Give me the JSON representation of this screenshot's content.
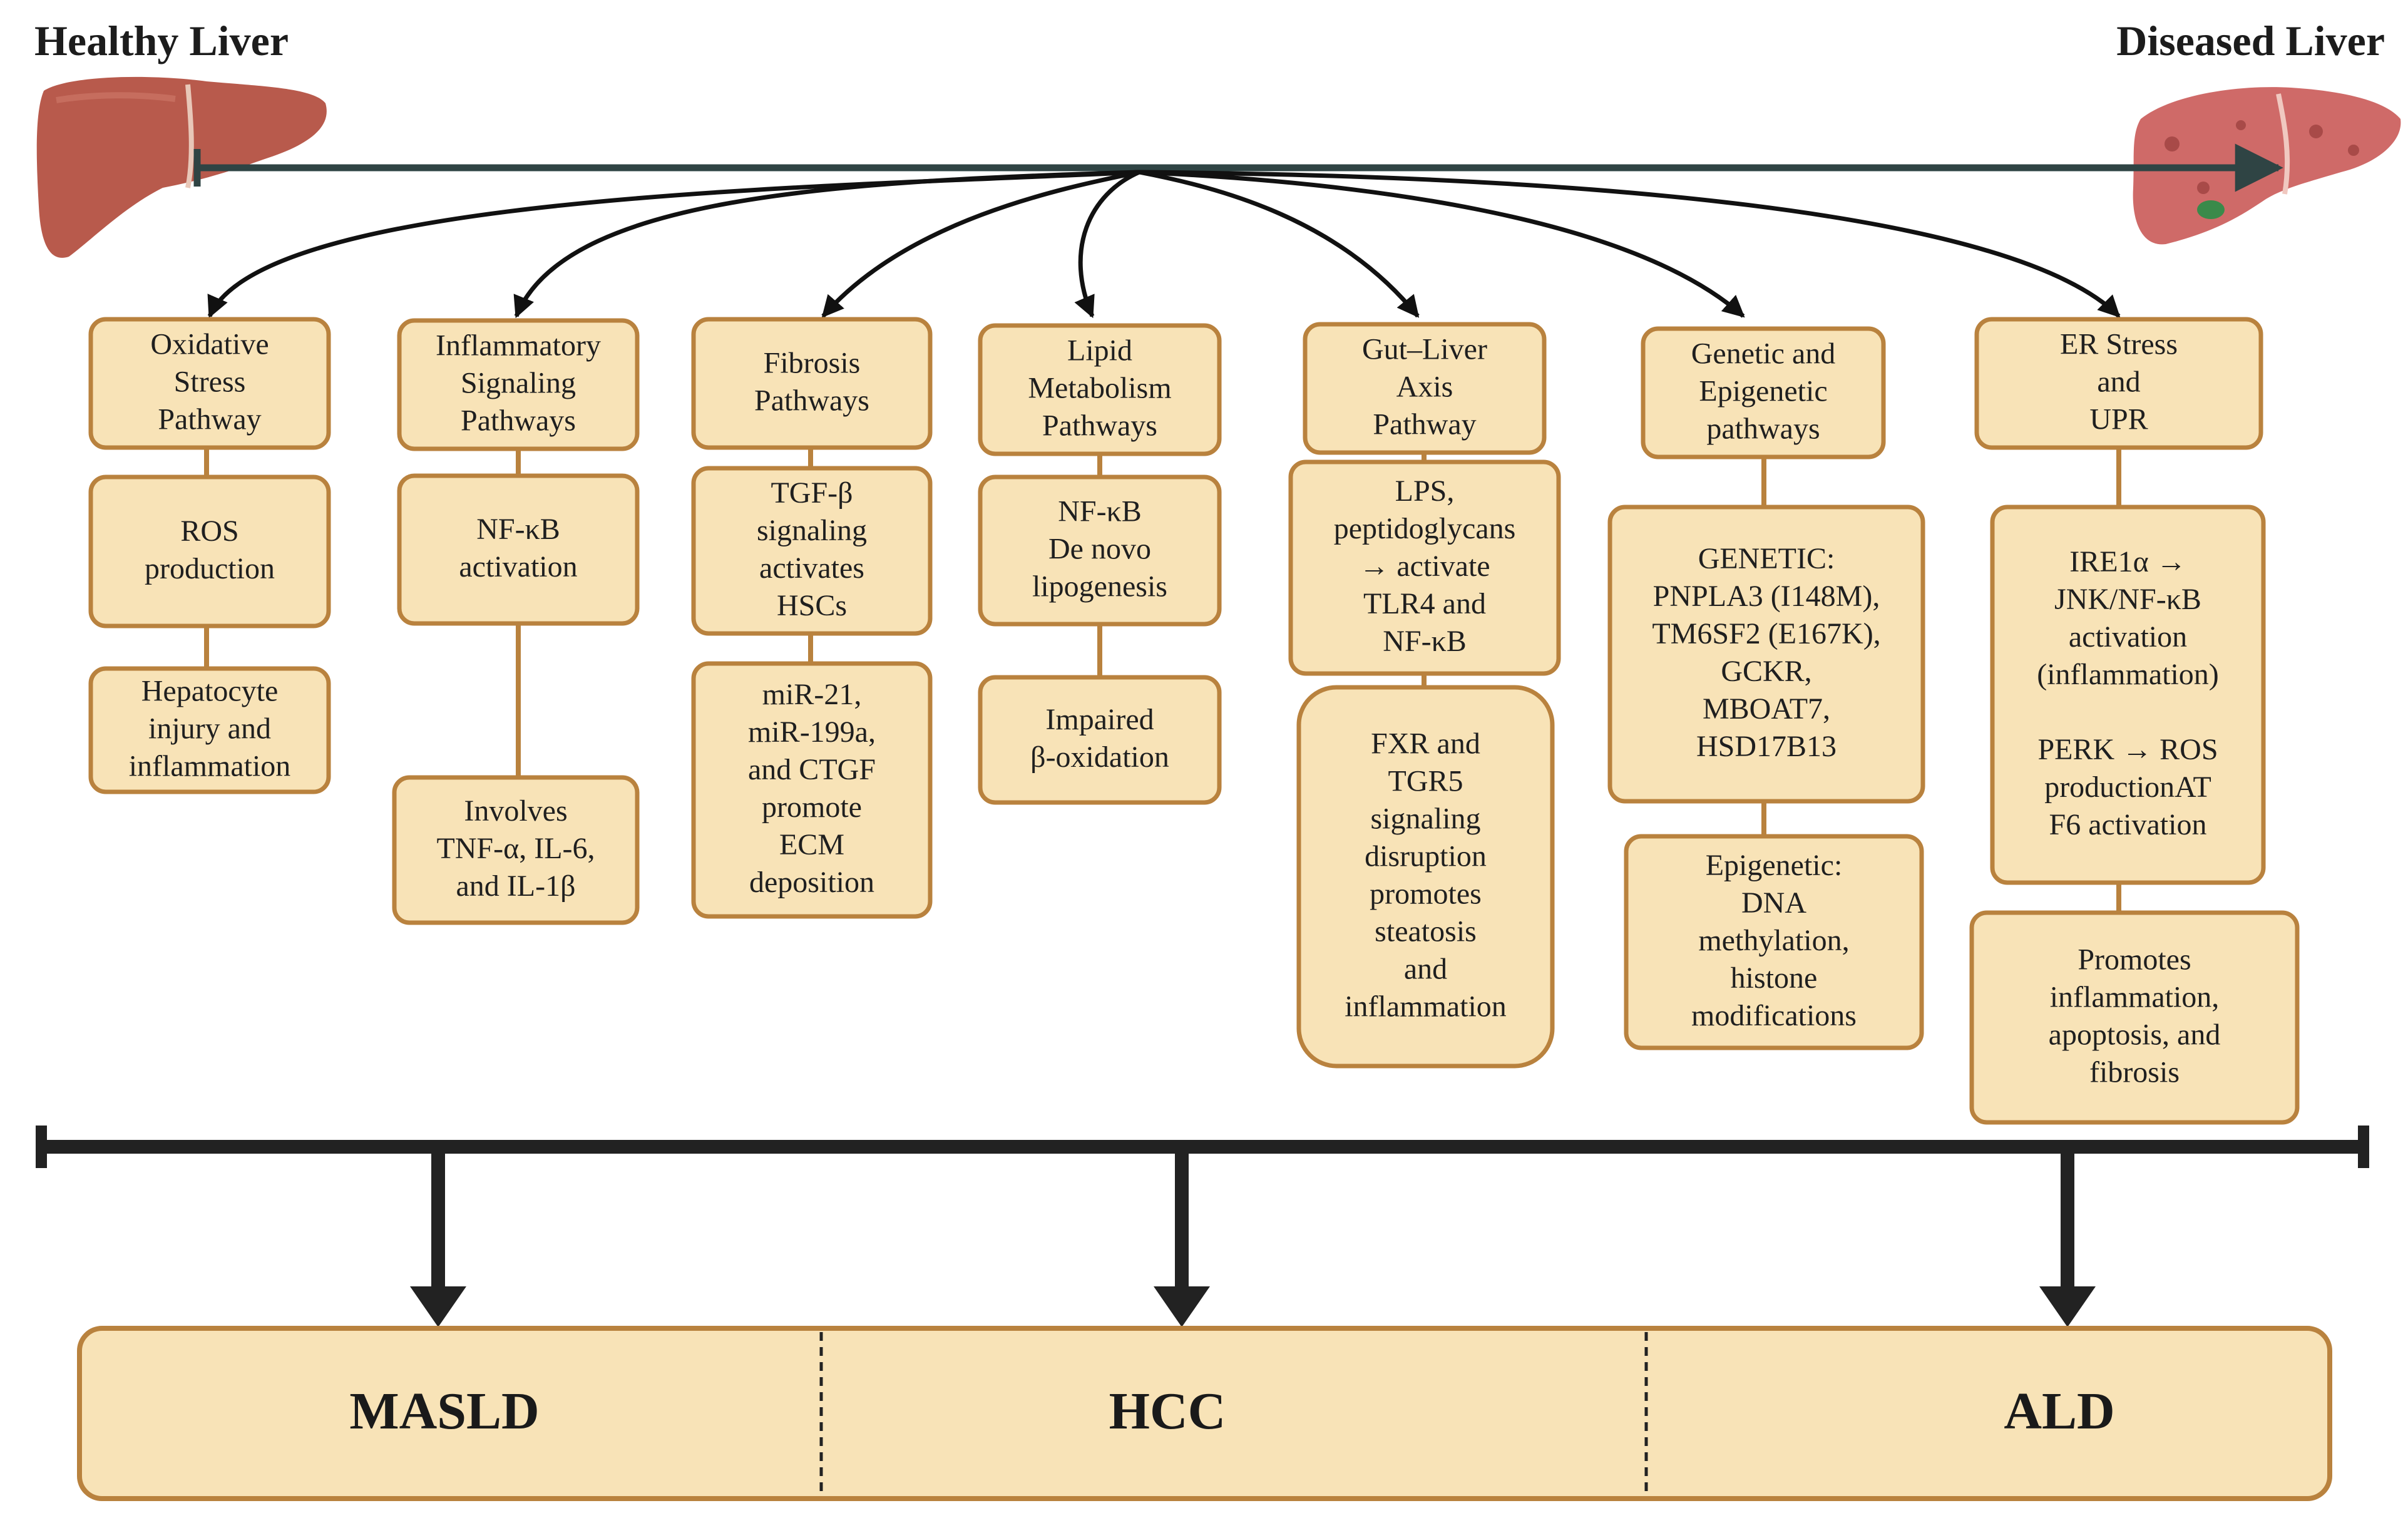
{
  "header": {
    "left_title": "Healthy Liver",
    "right_title": "Diseased Liver"
  },
  "icons": {
    "healthy_liver": "healthy-liver-icon",
    "diseased_liver": "diseased-liver-icon"
  },
  "colors": {
    "box_fill": "#f8e3b7",
    "box_stroke": "#b9823e",
    "main_arrow": "#2f4444",
    "timeline": "#222222"
  },
  "pathways": [
    {
      "id": "oxidative",
      "title": [
        "Oxidative",
        "Stress",
        "Pathway"
      ],
      "steps": [
        [
          "ROS",
          "production"
        ],
        [
          "Hepatocyte",
          "injury and",
          "inflammation"
        ]
      ]
    },
    {
      "id": "inflammatory",
      "title": [
        "Inflammatory",
        "Signaling",
        "Pathways"
      ],
      "steps": [
        [
          "NF-κB",
          "activation"
        ],
        [
          "Involves",
          "TNF-α, IL-6,",
          "and IL-1β"
        ]
      ]
    },
    {
      "id": "fibrosis",
      "title": [
        "Fibrosis",
        "Pathways"
      ],
      "steps": [
        [
          "TGF-β",
          "signaling",
          "activates",
          "HSCs"
        ],
        [
          "miR-21,",
          "miR-199a,",
          "and CTGF",
          "promote",
          "ECM",
          "deposition"
        ]
      ]
    },
    {
      "id": "lipid",
      "title": [
        "Lipid",
        "Metabolism",
        "Pathways"
      ],
      "steps": [
        [
          "NF-κB",
          "De novo",
          "lipogenesis"
        ],
        [
          "Impaired",
          "β-oxidation"
        ]
      ]
    },
    {
      "id": "gut-liver",
      "title": [
        "Gut–Liver",
        "Axis",
        "Pathway"
      ],
      "steps": [
        [
          "LPS,",
          "peptidoglycans",
          "→ activate",
          "TLR4  and",
          "NF-κB"
        ],
        [
          "FXR and",
          "TGR5",
          "signaling",
          "disruption",
          "promotes",
          "steatosis",
          "and",
          "inflammation"
        ]
      ]
    },
    {
      "id": "genetic",
      "title": [
        "Genetic and",
        "Epigenetic",
        "pathways"
      ],
      "steps": [
        [
          "GENETIC:",
          "PNPLA3 (I148M),",
          "TM6SF2 (E167K),",
          "GCKR,",
          "MBOAT7,",
          "HSD17B13"
        ],
        [
          "Epigenetic:",
          "DNA",
          "methylation,",
          "histone",
          "modifications"
        ]
      ]
    },
    {
      "id": "er-stress",
      "title": [
        "ER Stress",
        "and",
        "UPR"
      ],
      "steps": [
        [
          "IRE1α →",
          "JNK/NF-κB",
          "activation",
          "(inflammation)",
          "",
          "PERK → ROS",
          "productionAT",
          "F6 activation"
        ],
        [
          "Promotes",
          "inflammation,",
          "apoptosis, and",
          "fibrosis"
        ]
      ]
    }
  ],
  "diseases": [
    "MASLD",
    "HCC",
    "ALD"
  ]
}
